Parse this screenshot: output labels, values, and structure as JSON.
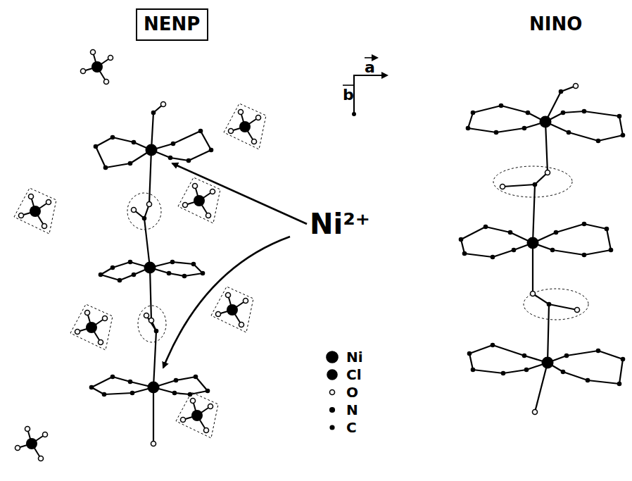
{
  "diagram": {
    "nodes": [
      {
        "text": [
          "NENP"
        ]
      }
    ],
    "labels": [
      "NINO",
      "a",
      "b",
      "Ni²⁺"
    ],
    "legend": [
      {
        "text": "Ni"
      },
      {
        "text": "Cl"
      },
      {
        "text": "O"
      },
      {
        "text": "N"
      },
      {
        "text": "C"
      }
    ]
  }
}
